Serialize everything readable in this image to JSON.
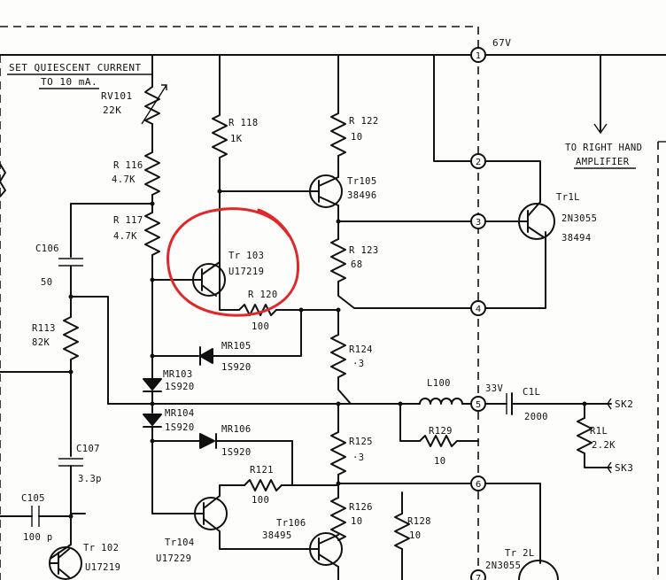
{
  "labels": {
    "quiescent_line1": "SET QUIESCENT CURRENT",
    "quiescent_line2": "TO 10 mA.",
    "rv101": "RV101",
    "rv101_val": "22K",
    "r116": "R 116",
    "r116_val": "4.7K",
    "r117": "R 117",
    "r117_val": "4.7K",
    "c106": "C106",
    "c106_val": "50",
    "r113": "R113",
    "r113_val": "82K",
    "r118": "R 118",
    "r118_val": "1K",
    "r122": "R 122",
    "r122_val": "10",
    "tr105": "Tr105",
    "tr105_val": "38496",
    "tr103": "Tr 103",
    "tr103_val": "U17219",
    "r120": "R 120",
    "r120_val": "100",
    "r123": "R 123",
    "r123_val": "68",
    "r124": "R124",
    "r124_val": "·3",
    "mr105": "MR105",
    "mr105_val": "1S920",
    "mr103": "MR103",
    "mr103_val": "1S920",
    "mr104": "MR104",
    "mr104_val": "1S920",
    "mr106": "MR106",
    "mr106_val": "1S920",
    "c107": "C107",
    "c107_val": "3.3p",
    "c105": "C105",
    "c105_val": "100 p",
    "tr102": "Tr 102",
    "tr102_val": "U17219",
    "tr104": "Tr104",
    "tr104_val": "U17229",
    "r121": "R121",
    "r121_val": "100",
    "tr106": "Tr106",
    "tr106_val": "38495",
    "r125": "R125",
    "r125_val": "·3",
    "r126": "R126",
    "r126_val": "10",
    "r128": "R128",
    "r128_val": "10",
    "l100": "L100",
    "r129": "R129",
    "r129_val": "10",
    "v67": "67V",
    "v33": "33V",
    "c1l": "C1L",
    "c1l_val": "2000",
    "r1l": "R1L",
    "r1l_val": "2.2K",
    "sk2": "SK2",
    "sk3": "SK3",
    "tr1l": "Tr1L",
    "tr1l_val1": "2N3055",
    "tr1l_val2": "38494",
    "tr2l": "Tr 2L",
    "tr2l_val": "2N3055",
    "to_right_line1": "TO RIGHT HAND",
    "to_right_line2": "AMPLIFIER"
  },
  "nodes": [
    "1",
    "2",
    "3",
    "4",
    "5",
    "6",
    "7"
  ],
  "colors": {
    "ink": "#111111",
    "highlight": "#e0282a",
    "paper": "#fdfdfb"
  }
}
